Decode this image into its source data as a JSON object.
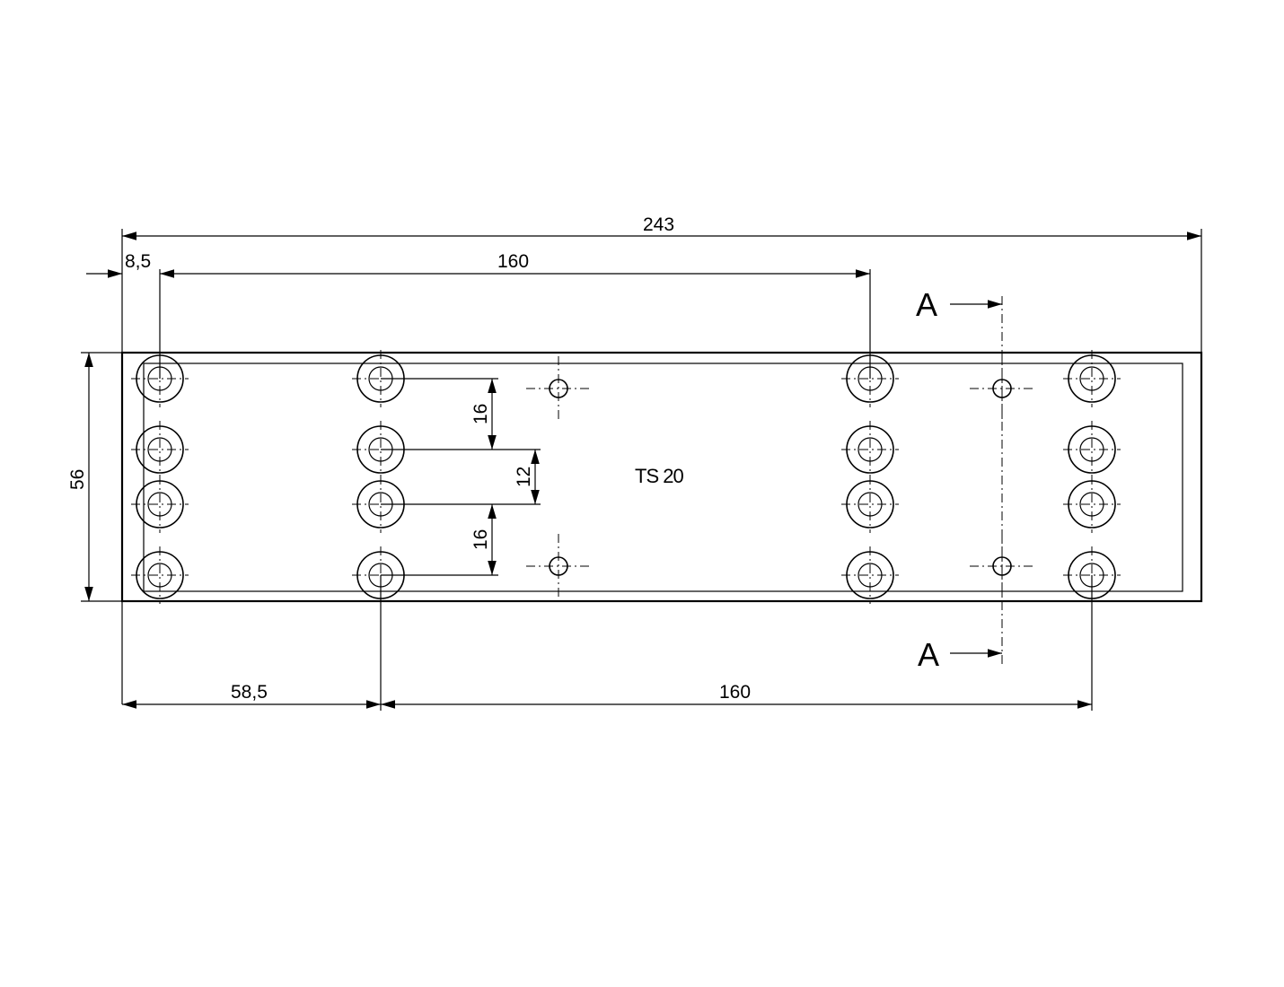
{
  "drawing": {
    "part_label": "TS 20",
    "section_label_top": "A",
    "section_label_bottom": "A"
  },
  "dimensions": {
    "overall_length": "243",
    "edge_to_first_hole": "8,5",
    "top_hole_spacing": "160",
    "plate_height": "56",
    "upper_row_spacing": "16",
    "middle_row_spacing": "12",
    "lower_row_spacing": "16",
    "edge_to_second_column": "58,5",
    "bottom_hole_spacing": "160"
  }
}
